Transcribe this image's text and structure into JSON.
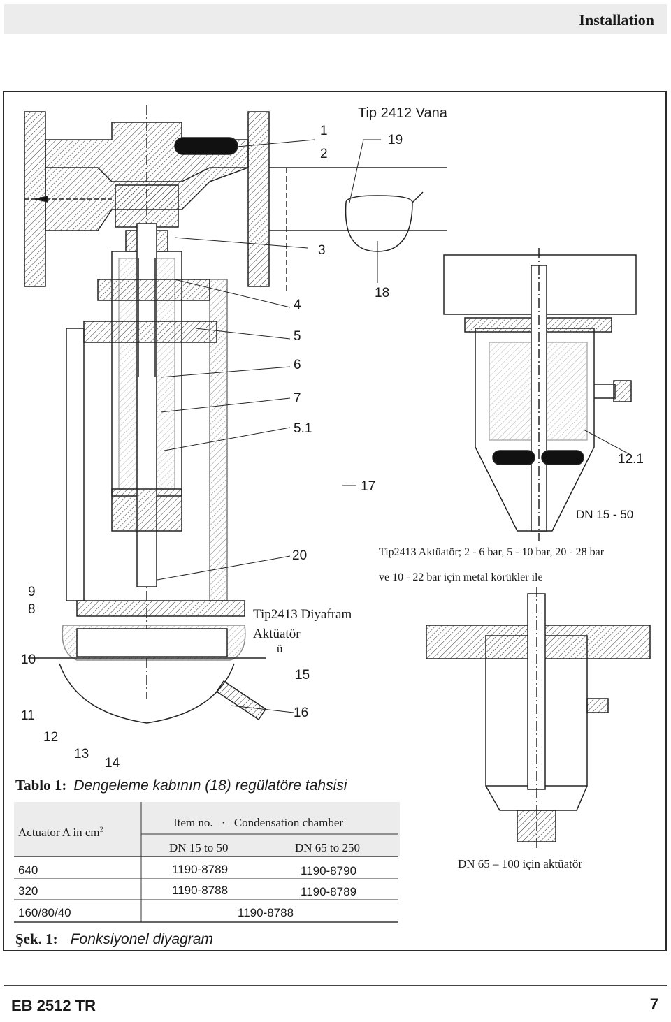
{
  "header": {
    "title": "Installation"
  },
  "figure": {
    "heading_valve": "Tip 2412  Vana",
    "callouts": {
      "c1": "1",
      "c2": "2",
      "c19": "19",
      "c3": "3",
      "c18": "18",
      "c4": "4",
      "c5": "5",
      "c6": "6",
      "c7": "7",
      "c51": "5.1",
      "c121": "12.1",
      "c17": "17",
      "c20": "20",
      "c9": "9",
      "c8": "8",
      "c10": "10",
      "c15": "15",
      "c16": "16",
      "c11": "11",
      "c12": "12",
      "c13": "13",
      "c14": "14"
    },
    "dn_small": "DN 15 - 50",
    "actuator_note_line1_a": "Tip2413  Aktüatör; 2 -",
    "actuator_note_line1_b": " 6 bar,  5 - 10  bar,  20 - 28  bar",
    "actuator_note_line2": "ve  10 - 22  bar için  metal  körükler  ile",
    "diaphragm_label_1": "Tip2413   Diyafram",
    "diaphragm_label_2": "Aktüatör",
    "diaphragm_label_3": "ü",
    "dn_large_caption": "DN 65  –  100 için aktüatör"
  },
  "table": {
    "caption_tag": "Tablo 1:",
    "caption_text": "Dengeleme kabının (18) regülatöre tahsisi",
    "col_actuator": "Actuator A in cm",
    "col_actuator_sup": "2",
    "col_item": "Item no.",
    "col_item_dot": "·",
    "col_chamber": "Condensation chamber",
    "sub_dn_small": "DN 15  to 50",
    "sub_dn_large": "DN 65  to 250",
    "rows": [
      {
        "actuator": "640",
        "small": "1190-8789",
        "large": "1190-8790"
      },
      {
        "actuator": "320",
        "small": "1190-8788",
        "large": "1190-8789"
      },
      {
        "actuator": "160/80/40",
        "merged": "1190-8788"
      }
    ]
  },
  "figure_caption": {
    "tag": "Şek. 1:",
    "text": "Fonksiyonel diyagram"
  },
  "footer": {
    "doc": "EB 2512 TR",
    "page": "7"
  }
}
